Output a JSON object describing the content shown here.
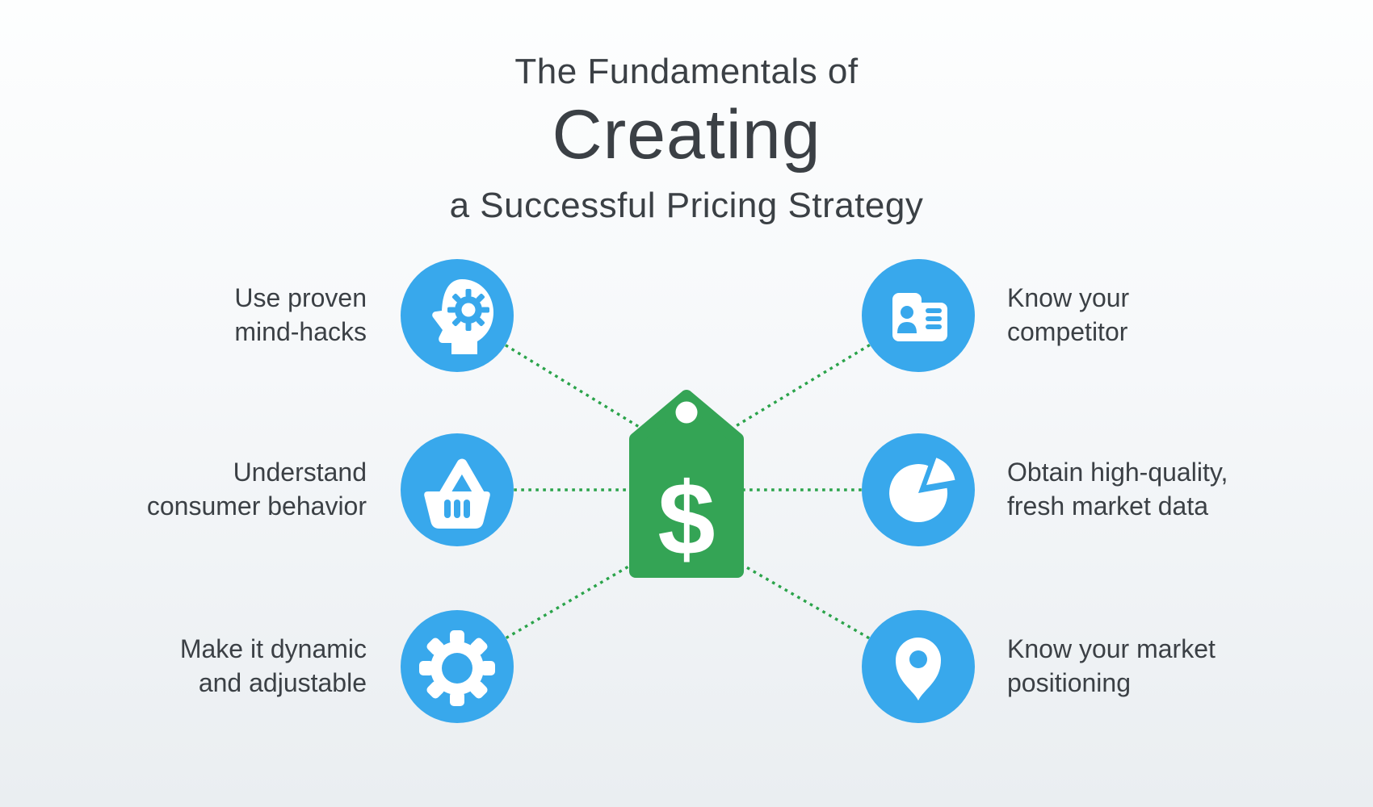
{
  "title": {
    "line1": "The Fundamentals of",
    "line2": "Creating",
    "line3": "a Successful Pricing Strategy"
  },
  "center_tag": {
    "icon": "price-tag-icon",
    "symbol": "$"
  },
  "items": [
    {
      "icon": "brain-gear-icon",
      "position": "top-left",
      "lines": [
        "Use proven",
        "mind-hacks"
      ]
    },
    {
      "icon": "shopping-basket-icon",
      "position": "middle-left",
      "lines": [
        "Understand",
        "consumer behavior"
      ]
    },
    {
      "icon": "gear-icon",
      "position": "bottom-left",
      "lines": [
        "Make it dynamic",
        "and adjustable"
      ]
    },
    {
      "icon": "competitor-card-icon",
      "position": "top-right",
      "lines": [
        "Know your",
        "competitor"
      ]
    },
    {
      "icon": "pie-chart-icon",
      "position": "middle-right",
      "lines": [
        "Obtain high-quality,",
        "fresh market data"
      ]
    },
    {
      "icon": "map-pin-icon",
      "position": "bottom-right",
      "lines": [
        "Know your market",
        "positioning"
      ]
    }
  ],
  "colors": {
    "icon_blue": "#38a8ec",
    "tag_green": "#34a455",
    "dot_green": "#2aa34a",
    "text_dark": "#3b4045",
    "bg_top": "#fdfefe",
    "bg_bottom": "#eaeef1"
  }
}
